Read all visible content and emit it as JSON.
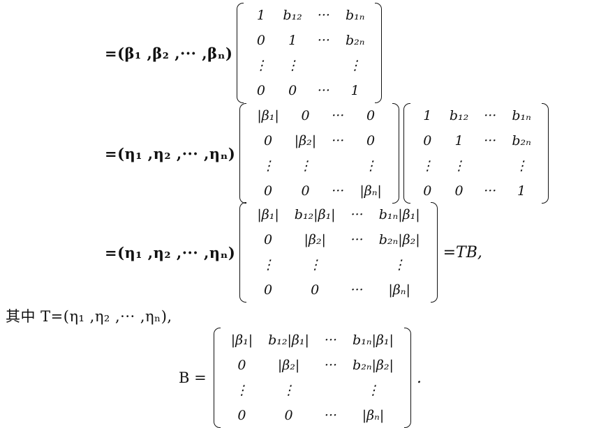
{
  "eq1": {
    "prefix": "=(β₁ ,β₂ ,··· ,βₙ)",
    "matrix": [
      [
        "1",
        "b₁₂",
        "···",
        "b₁ₙ"
      ],
      [
        "0",
        "1",
        "···",
        "b₂ₙ"
      ],
      [
        "⋮",
        "⋮",
        "",
        "⋮"
      ],
      [
        "0",
        "0",
        "···",
        "1"
      ]
    ]
  },
  "eq2": {
    "prefix": "=(η₁ ,η₂ ,··· ,ηₙ)",
    "matrix_a": [
      [
        "|β₁|",
        "0",
        "···",
        "0"
      ],
      [
        "0",
        "|β₂|",
        "···",
        "0"
      ],
      [
        "⋮",
        "⋮",
        "",
        "⋮"
      ],
      [
        "0",
        "0",
        "···",
        "|βₙ|"
      ]
    ],
    "matrix_b": [
      [
        "1",
        "b₁₂",
        "···",
        "b₁ₙ"
      ],
      [
        "0",
        "1",
        "···",
        "b₂ₙ"
      ],
      [
        "⋮",
        "⋮",
        "",
        "⋮"
      ],
      [
        "0",
        "0",
        "···",
        "1"
      ]
    ]
  },
  "eq3": {
    "prefix": "=(η₁ ,η₂ ,··· ,ηₙ)",
    "matrix": [
      [
        "|β₁|",
        "b₁₂|β₁|",
        "···",
        "b₁ₙ|β₁|"
      ],
      [
        "0",
        "|β₂|",
        "···",
        "b₂ₙ|β₂|"
      ],
      [
        "⋮",
        "⋮",
        "",
        "⋮"
      ],
      [
        "0",
        "0",
        "···",
        "|βₙ|"
      ]
    ],
    "suffix": "=TB,"
  },
  "where_line": "其中 T=(η₁ ,η₂ ,··· ,ηₙ),",
  "eq4": {
    "prefix": "B =",
    "matrix": [
      [
        "|β₁|",
        "b₁₂|β₁|",
        "···",
        "b₁ₙ|β₁|"
      ],
      [
        "0",
        "|β₂|",
        "···",
        "b₂ₙ|β₂|"
      ],
      [
        "⋮",
        "⋮",
        "",
        "⋮"
      ],
      [
        "0",
        "0",
        "···",
        "|βₙ|"
      ]
    ],
    "suffix": "."
  }
}
